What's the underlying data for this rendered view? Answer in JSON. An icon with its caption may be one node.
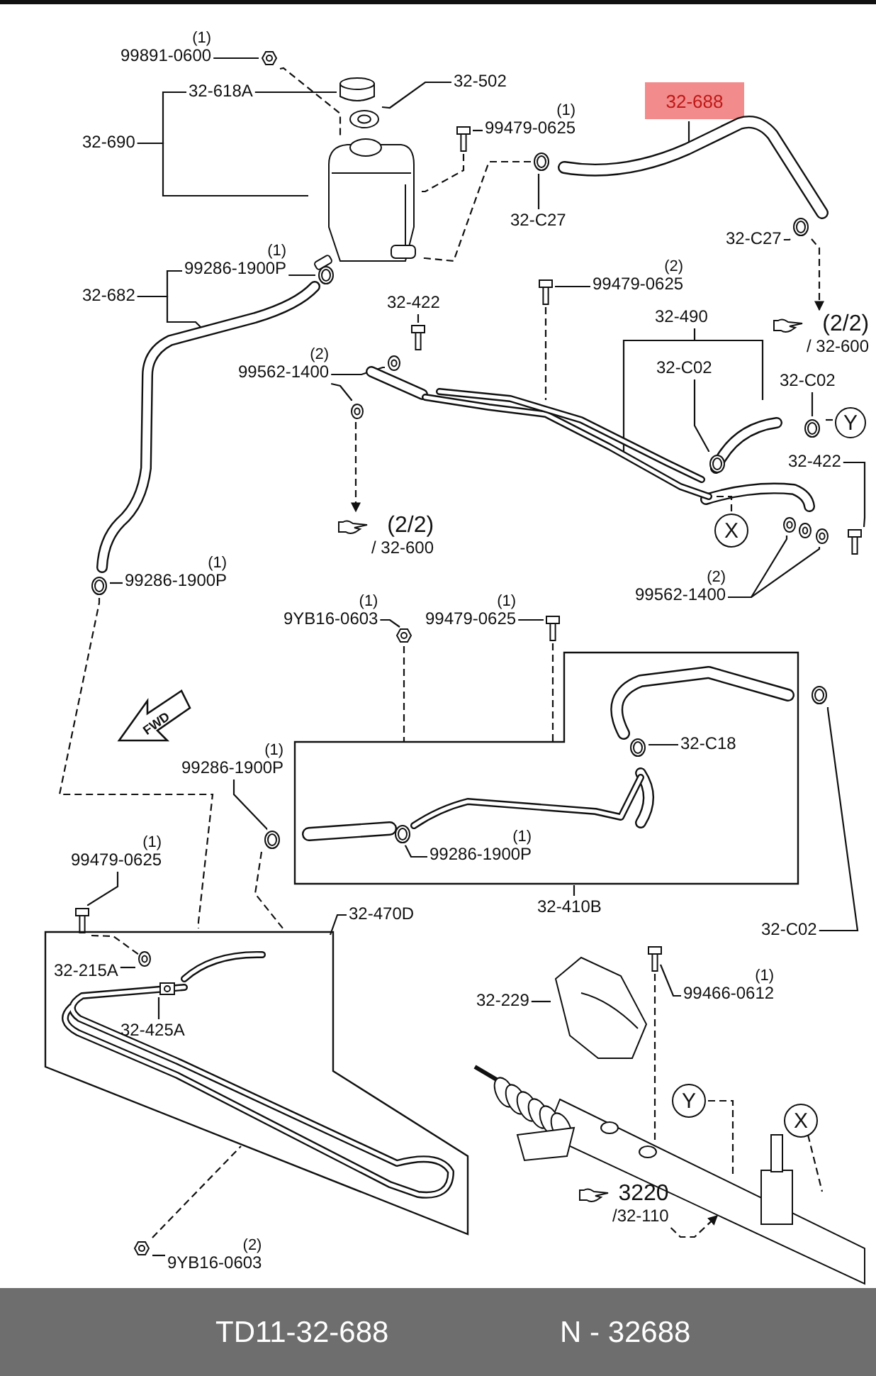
{
  "diagram": {
    "nodes": [
      {
        "text": [
          "(1)",
          "99891-0600"
        ]
      },
      {
        "text": [],
        "shape": "picture"
      },
      {
        "text": [
          "32-618A"
        ]
      },
      {
        "text": [
          "32-502"
        ]
      },
      {
        "text": [],
        "shape": "cylinder"
      },
      {
        "text": [
          "32-688"
        ]
      },
      {
        "text": [
          "32-690"
        ]
      },
      {
        "text": [],
        "shape": "picture"
      },
      {
        "text": [
          "(1)",
          "99479-0625"
        ]
      },
      {
        "text": [],
        "shape": "picture"
      },
      {
        "text": [],
        "shape": "picture"
      },
      {
        "text": [],
        "shape": "circle"
      },
      {
        "text": [],
        "shape": "picture"
      },
      {
        "text": [
          "32-C27"
        ]
      },
      {
        "text": [],
        "shape": "circle"
      },
      {
        "text": [
          "32-C27"
        ]
      },
      {
        "text": [
          "(1)",
          "99286-1900P"
        ]
      },
      {
        "text": [],
        "shape": "circle"
      },
      {
        "text": [
          "(2)",
          "99479-0625"
        ]
      },
      {
        "text": [],
        "shape": "picture"
      },
      {
        "text": [
          "32-682"
        ]
      },
      {
        "text": [
          "32-422"
        ]
      },
      {
        "text": [
          "32-490"
        ]
      },
      {
        "text": [
          "(2/2)",
          "/ 32-600"
        ]
      },
      {
        "text": [],
        "shape": "picture"
      },
      {
        "text": [],
        "shape": "picture"
      },
      {
        "text": [
          "(2)",
          "99562-1400"
        ]
      },
      {
        "text": [
          "32-C02"
        ]
      },
      {
        "text": [],
        "shape": "picture"
      },
      {
        "text": [
          "32-C02"
        ]
      },
      {
        "text": [],
        "shape": "picture"
      },
      {
        "text": [],
        "shape": "picture"
      },
      {
        "text": [
          "Y"
        ]
      },
      {
        "text": [],
        "shape": "circle"
      },
      {
        "text": [],
        "shape": "circle"
      },
      {
        "text": [
          "32-422"
        ]
      },
      {
        "text": [
          "(2/2)",
          "/ 32-600"
        ]
      },
      {
        "text": [
          "X"
        ]
      },
      {
        "text": [],
        "shape": "picture"
      },
      {
        "text": [],
        "shape": "picture"
      },
      {
        "text": [],
        "shape": "picture"
      },
      {
        "text": [
          "(1)",
          "99286-1900P"
        ]
      },
      {
        "text": [
          "(2)",
          "99562-1400"
        ]
      },
      {
        "text": [],
        "shape": "circle"
      },
      {
        "text": [],
        "shape": "box"
      },
      {
        "text": [
          "(1)",
          "99479-0625"
        ]
      },
      {
        "text": [
          "(1)",
          "9YB16-0603"
        ]
      },
      {
        "text": [],
        "shape": "picture"
      },
      {
        "text": [],
        "shape": "picture"
      },
      {
        "text": [],
        "shape": "circle"
      },
      {
        "text": [
          "32-C18"
        ],
        "in": 44
      },
      {
        "text": [],
        "shape": "circle",
        "in": 44
      },
      {
        "text": [
          "(1)",
          "99286-1900P"
        ]
      },
      {
        "text": [],
        "shape": "circle"
      },
      {
        "text": [],
        "shape": "circle",
        "in": 44
      },
      {
        "text": [
          "(1)",
          "99286-1900P"
        ],
        "in": 44
      },
      {
        "text": [
          "(1)",
          "99479-0625"
        ]
      },
      {
        "text": [
          "32-410B"
        ]
      },
      {
        "text": [],
        "shape": "picture"
      },
      {
        "text": [
          "32-C02"
        ]
      },
      {
        "text": [],
        "shape": "box"
      },
      {
        "text": [],
        "shape": "picture",
        "in": 60
      },
      {
        "text": [],
        "shape": "box",
        "in": 60
      },
      {
        "text": [
          "32-215A"
        ],
        "in": 60
      },
      {
        "text": [
          "32-470D"
        ]
      },
      {
        "text": [],
        "shape": "picture"
      },
      {
        "text": [
          "(1)",
          "99466-0612"
        ]
      },
      {
        "text": [],
        "shape": "picture"
      },
      {
        "text": [
          "32-229"
        ]
      },
      {
        "text": [
          "32-425A"
        ],
        "in": 60
      },
      {
        "text": [],
        "shape": "picture"
      },
      {
        "text": [
          "Y"
        ]
      },
      {
        "text": [
          "X"
        ]
      },
      {
        "text": [],
        "shape": "picture"
      },
      {
        "text": [
          "(2)",
          "9YB16-0603"
        ]
      },
      {
        "text": [
          "3220",
          "/32-110"
        ]
      }
    ],
    "edges": [
      {
        "from": 0,
        "to": 1,
        "arrow": "none"
      },
      {
        "from": 2,
        "to": 4,
        "arrow": "none"
      },
      {
        "from": 3,
        "to": 7,
        "arrow": "none"
      },
      {
        "from": 6,
        "to": 2,
        "arrow": "none"
      },
      {
        "from": 6,
        "to": 12,
        "arrow": "none"
      },
      {
        "from": 8,
        "to": 9,
        "arrow": "none"
      },
      {
        "from": 5,
        "to": 10,
        "arrow": "none"
      },
      {
        "from": 13,
        "to": 11,
        "arrow": "none"
      },
      {
        "from": 15,
        "to": 14,
        "arrow": "none"
      },
      {
        "from": 16,
        "to": 17,
        "arrow": "none"
      },
      {
        "from": 20,
        "to": 16,
        "arrow": "none"
      },
      {
        "from": 20,
        "to": 25,
        "arrow": "none"
      },
      {
        "from": 21,
        "to": 24,
        "arrow": "none"
      },
      {
        "from": 26,
        "to": 28,
        "arrow": "none"
      },
      {
        "from": 26,
        "to": 31,
        "arrow": "none"
      },
      {
        "from": 18,
        "to": 19,
        "arrow": "none"
      },
      {
        "from": 22,
        "to": 30,
        "arrow": "none"
      },
      {
        "from": 27,
        "to": 34,
        "arrow": "none"
      },
      {
        "from": 14,
        "to": 23,
        "arrow": "to",
        "style": "dashed"
      },
      {
        "from": 29,
        "to": 33,
        "arrow": "none"
      },
      {
        "from": 32,
        "to": 33,
        "arrow": "none",
        "style": "dashed"
      },
      {
        "from": 31,
        "to": 36,
        "arrow": "to",
        "style": "dashed"
      },
      {
        "from": 35,
        "to": 40,
        "arrow": "none"
      },
      {
        "from": 37,
        "to": 30,
        "arrow": "none",
        "style": "dashed"
      },
      {
        "from": 42,
        "to": 38,
        "arrow": "none"
      },
      {
        "from": 42,
        "to": 39,
        "arrow": "none"
      },
      {
        "from": 41,
        "to": 43,
        "arrow": "none"
      },
      {
        "from": 45,
        "to": 47,
        "arrow": "none"
      },
      {
        "from": 46,
        "to": 48,
        "arrow": "none"
      },
      {
        "from": 50,
        "to": 51,
        "arrow": "none"
      },
      {
        "from": 52,
        "to": 53,
        "arrow": "none"
      },
      {
        "from": 55,
        "to": 54,
        "arrow": "none"
      },
      {
        "from": 57,
        "to": 44,
        "arrow": "none"
      },
      {
        "from": 59,
        "to": 49,
        "arrow": "none"
      },
      {
        "from": 56,
        "to": 58,
        "arrow": "none"
      },
      {
        "from": 63,
        "to": 61,
        "arrow": "none"
      },
      {
        "from": 64,
        "to": 60,
        "arrow": "none"
      },
      {
        "from": 69,
        "to": 62,
        "arrow": "none"
      },
      {
        "from": 68,
        "to": 67,
        "arrow": "none"
      },
      {
        "from": 66,
        "to": 65,
        "arrow": "none"
      },
      {
        "from": 71,
        "to": 70,
        "arrow": "none",
        "style": "dashed"
      },
      {
        "from": 72,
        "to": 70,
        "arrow": "none",
        "style": "dashed"
      },
      {
        "from": 74,
        "to": 73,
        "arrow": "none"
      },
      {
        "from": 75,
        "to": 70,
        "arrow": "to",
        "style": "dashed"
      },
      {
        "from": 1,
        "to": 12,
        "arrow": "none",
        "style": "dashed"
      },
      {
        "from": 9,
        "to": 12,
        "arrow": "none",
        "style": "dashed"
      },
      {
        "from": 11,
        "to": 12,
        "arrow": "none",
        "style": "dashed"
      },
      {
        "from": 19,
        "to": 30,
        "arrow": "none",
        "style": "dashed"
      },
      {
        "from": 43,
        "to": 60,
        "arrow": "none",
        "style": "dashed"
      },
      {
        "from": 48,
        "to": 44,
        "arrow": "none",
        "style": "dashed"
      },
      {
        "from": 47,
        "to": 44,
        "arrow": "none",
        "style": "dashed"
      },
      {
        "from": 53,
        "to": 60,
        "arrow": "none",
        "style": "dashed"
      },
      {
        "from": 65,
        "to": 70,
        "arrow": "none",
        "style": "dashed"
      },
      {
        "from": 73,
        "to": 60,
        "arrow": "none",
        "style": "dashed"
      },
      {
        "from": 58,
        "to": 61,
        "arrow": "none",
        "style": "dashed"
      }
    ],
    "labels": [
      "FWD",
      "TD11-32-688",
      "N - 32688"
    ]
  }
}
